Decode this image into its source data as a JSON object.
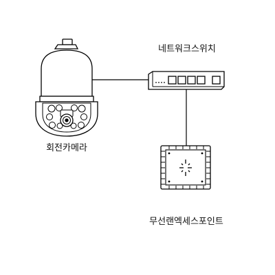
{
  "nodes": {
    "switch": {
      "label": "네트워크스위치",
      "icon": "network-switch-icon"
    },
    "camera": {
      "label": "회전카메라",
      "icon": "ptz-dome-camera-icon"
    },
    "access_point": {
      "label": "무선랜엑세스포인트",
      "icon": "wireless-access-point-icon"
    }
  },
  "connections": [
    {
      "from": "camera",
      "to": "switch"
    },
    {
      "from": "switch",
      "to": "access_point"
    }
  ],
  "colors": {
    "line": "#000000",
    "fill": "#ffffff",
    "text": "#111111"
  }
}
